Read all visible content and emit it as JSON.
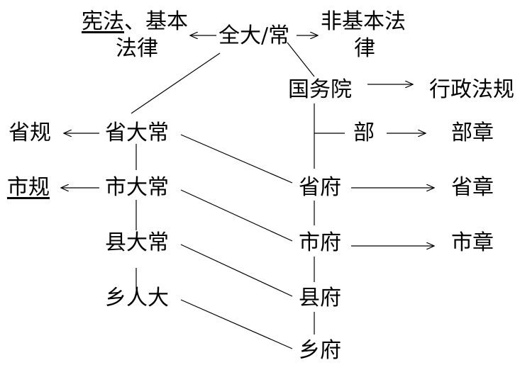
{
  "diagram": {
    "top": {
      "center": "全大/常",
      "left_underlined": "宪法",
      "left_rest": "、基本",
      "left_line2": "法律",
      "right_line1": "非基本法",
      "right_line2": "律"
    },
    "government": {
      "state_council": "国务院",
      "admin_regulations": "行政法规",
      "ministry": "部",
      "ministry_rules": "部章",
      "province_gov": "省府",
      "province_rules": "省章",
      "city_gov": "市府",
      "city_rules": "市章",
      "county_gov": "县府",
      "township_gov": "乡府"
    },
    "congress": {
      "province": "省大常",
      "province_regs": "省规",
      "city": "市大常",
      "city_regs": "市规",
      "county": "县大常",
      "township": "乡人大"
    }
  }
}
